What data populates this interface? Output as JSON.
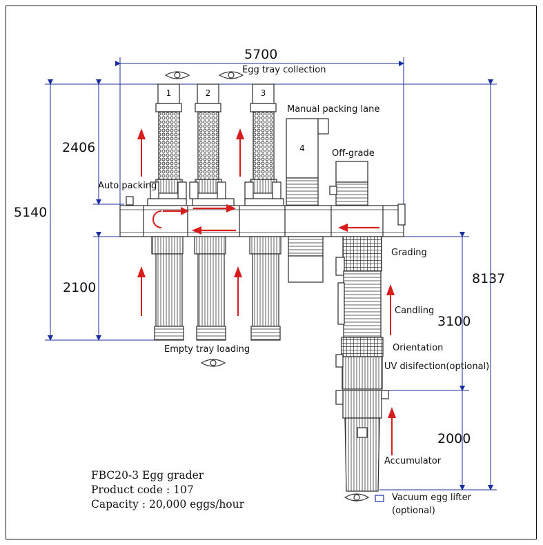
{
  "dimensions": {
    "total_width": "5700",
    "total_height": "8137",
    "main_height": "5140",
    "upper_height": "2406",
    "lower_height": "2100",
    "grading_height": "3100",
    "accumulator_height": "2000"
  },
  "labels": {
    "egg_tray_collection": "Egg tray collection",
    "manual_packing_lane": "Manual packing lane",
    "off_grade": "Off-grade",
    "auto_packing": "Auto packing",
    "grading": "Grading",
    "candling": "Candling",
    "orientation": "Orientation",
    "uv_disinfection": "UV disifection(optional)",
    "empty_tray_loading": "Empty tray loading",
    "accumulator": "Accumulator",
    "vacuum_egg_lifter": "Vacuum egg lifter",
    "vacuum_optional": "(optional)"
  },
  "lanes": [
    "1",
    "2",
    "3",
    "4"
  ],
  "info": {
    "model": "FBC20-3 Egg grader",
    "product_code": "Product code : 107",
    "capacity": "Capacity : 20,000 eggs/hour"
  },
  "colors": {
    "dimension_line": "#1a2fa0",
    "flow_arrow": "#d81c1c",
    "machine_line": "#2a2a2a"
  }
}
